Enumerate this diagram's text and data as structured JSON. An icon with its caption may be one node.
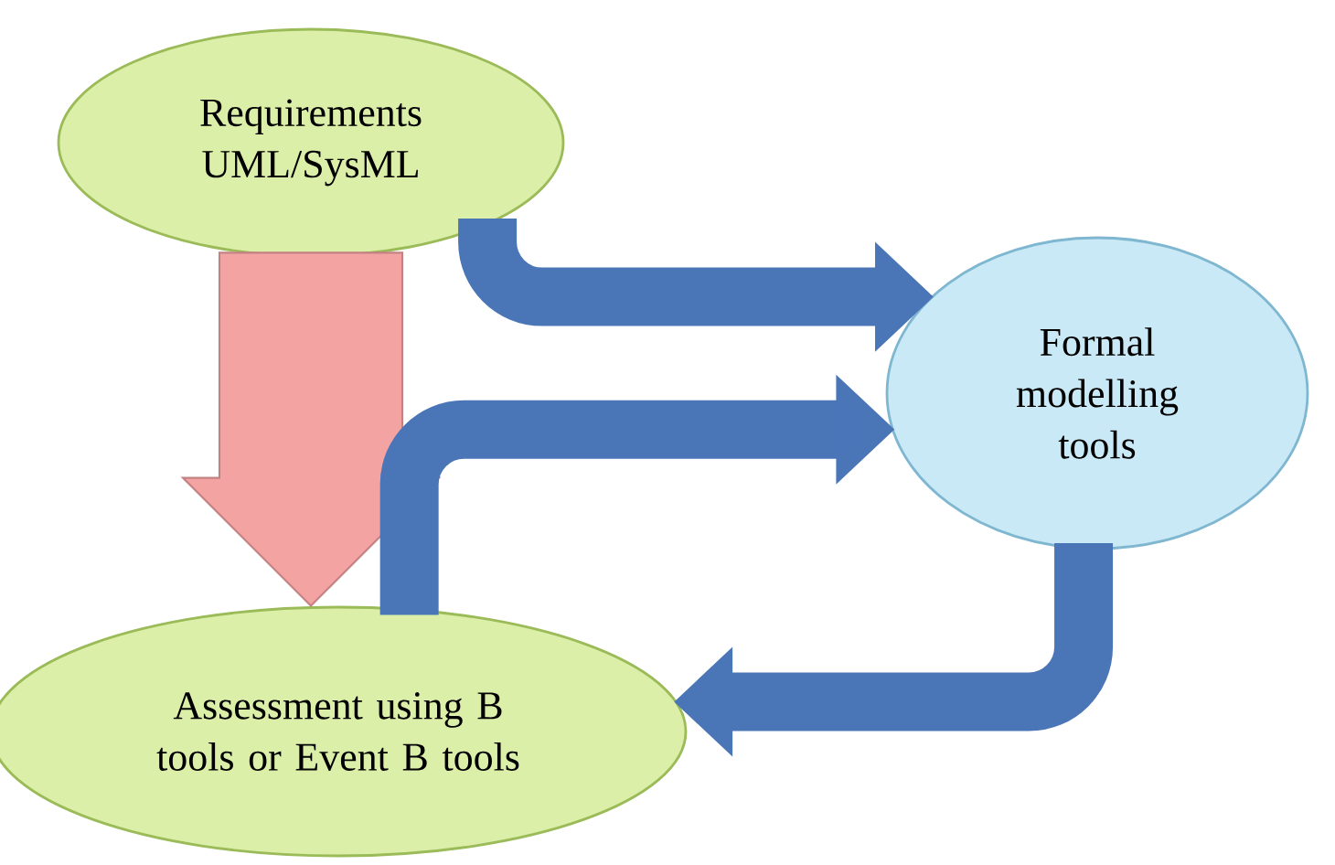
{
  "diagram": {
    "nodes": [
      {
        "text": [
          "Requirements UML/SysML"
        ]
      },
      {
        "text": [
          "Formal modelling tools"
        ]
      },
      {
        "text": [
          "Assessment using B tools or Event B tools"
        ]
      }
    ],
    "edges": [
      {
        "from": 0,
        "to": 2,
        "arrow": "to",
        "style": "thick",
        "color": "#f4a3a3"
      },
      {
        "from": 0,
        "to": 1,
        "arrow": "to"
      },
      {
        "from": 2,
        "to": 1,
        "arrow": "to"
      },
      {
        "from": 1,
        "to": 2,
        "arrow": "to"
      }
    ]
  }
}
